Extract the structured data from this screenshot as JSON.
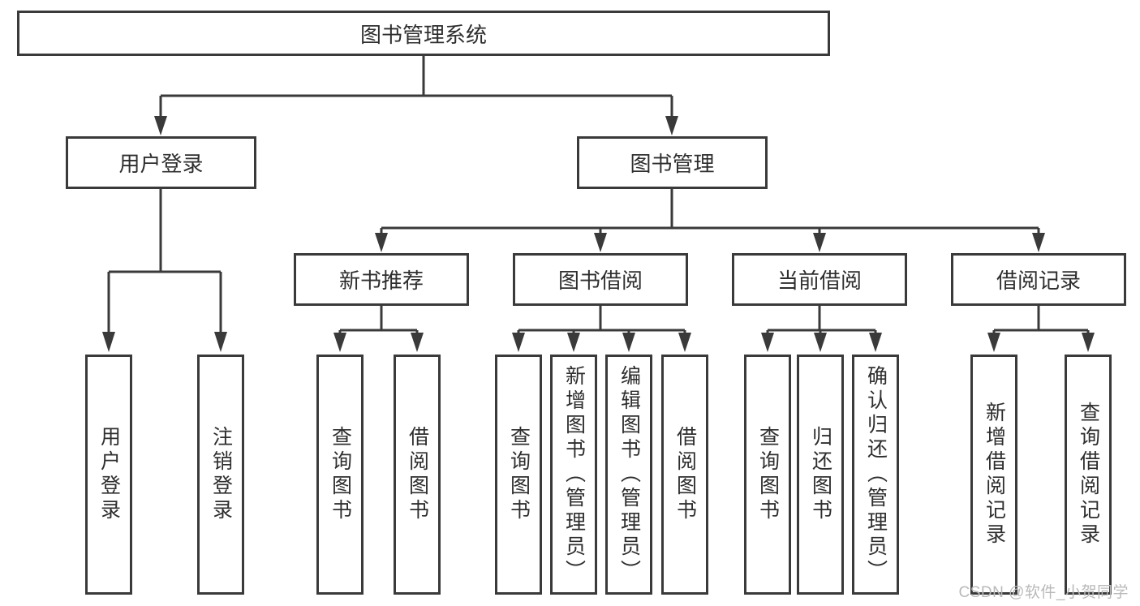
{
  "tree": {
    "root": {
      "label": "图书管理系统",
      "children": [
        {
          "label": "用户登录",
          "children": [
            {
              "label": "用户登录"
            },
            {
              "label": "注销登录"
            }
          ]
        },
        {
          "label": "图书管理",
          "children": [
            {
              "label": "新书推荐",
              "children": [
                {
                  "label": "查询图书"
                },
                {
                  "label": "借阅图书"
                }
              ]
            },
            {
              "label": "图书借阅",
              "children": [
                {
                  "label": "查询图书"
                },
                {
                  "label": "新增图书（管理员）"
                },
                {
                  "label": "编辑图书（管理员）"
                },
                {
                  "label": "借阅图书"
                }
              ]
            },
            {
              "label": "当前借阅",
              "children": [
                {
                  "label": "查询图书"
                },
                {
                  "label": "归还图书"
                },
                {
                  "label": "确认归还（管理员）"
                }
              ]
            },
            {
              "label": "借阅记录",
              "children": [
                {
                  "label": "新增借阅记录"
                },
                {
                  "label": "查询借阅记录"
                }
              ]
            }
          ]
        }
      ]
    }
  },
  "watermark": {
    "text": "CSDN @软件_小贺同学"
  },
  "colors": {
    "line": "#3a3a3a",
    "box_border": "#3a3a3a",
    "box_fill": "#ffffff",
    "text": "#2e2e2e",
    "background": "#ffffff",
    "watermark_color": "#b9b9b9"
  }
}
